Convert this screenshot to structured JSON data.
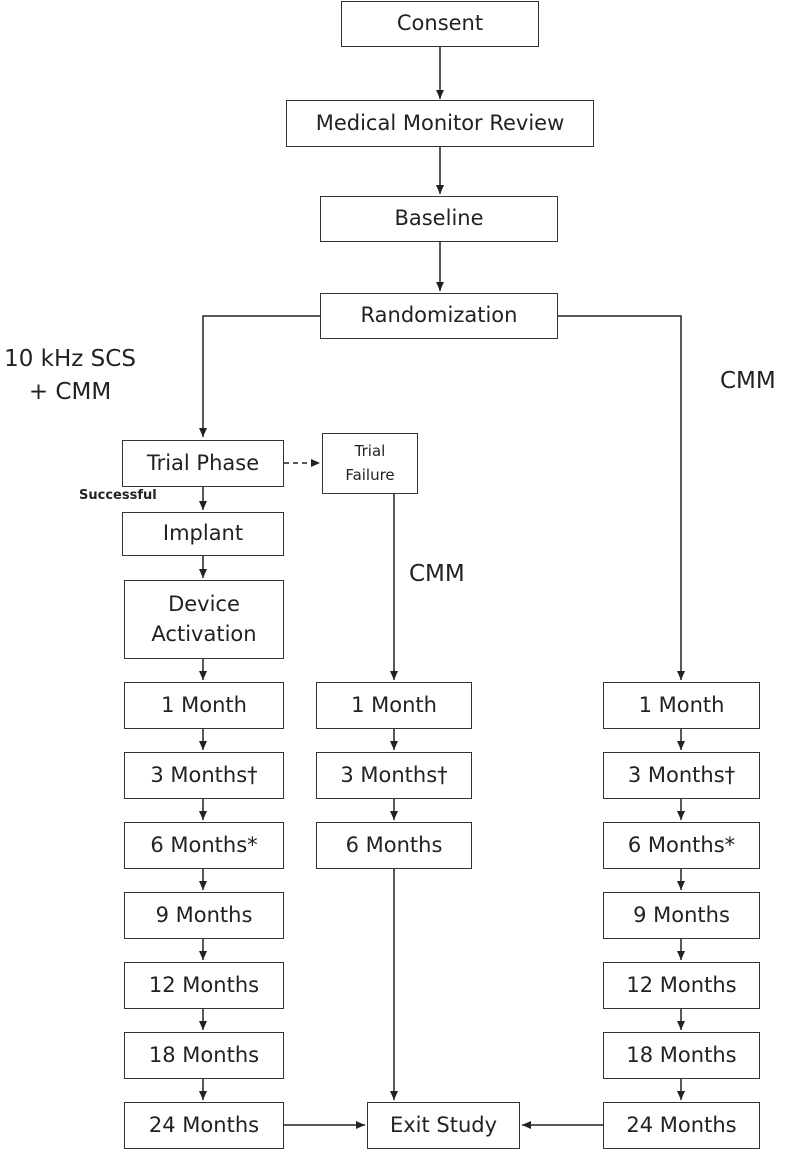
{
  "flow": {
    "consent": "Consent",
    "medical_monitor_review": "Medical Monitor Review",
    "baseline": "Baseline",
    "randomization": "Randomization",
    "exit_study": "Exit Study"
  },
  "arm_scs": {
    "label_line1": "10 kHz SCS",
    "label_line2": "+ CMM",
    "trial_phase": "Trial Phase",
    "successful": "Successful",
    "implant": "Implant",
    "device_activation_line1": "Device",
    "device_activation_line2": "Activation",
    "visits": [
      "1 Month",
      "3 Months†",
      "6 Months*",
      "9 Months",
      "12 Months",
      "18 Months",
      "24 Months"
    ]
  },
  "arm_trial_failure": {
    "trial_failure_line1": "Trial",
    "trial_failure_line2": "Failure",
    "label": "CMM",
    "visits": [
      "1 Month",
      "3 Months†",
      "6 Months"
    ]
  },
  "arm_cmm": {
    "label": "CMM",
    "visits": [
      "1 Month",
      "3 Months†",
      "6 Months*",
      "9 Months",
      "12 Months",
      "18 Months",
      "24 Months"
    ]
  }
}
